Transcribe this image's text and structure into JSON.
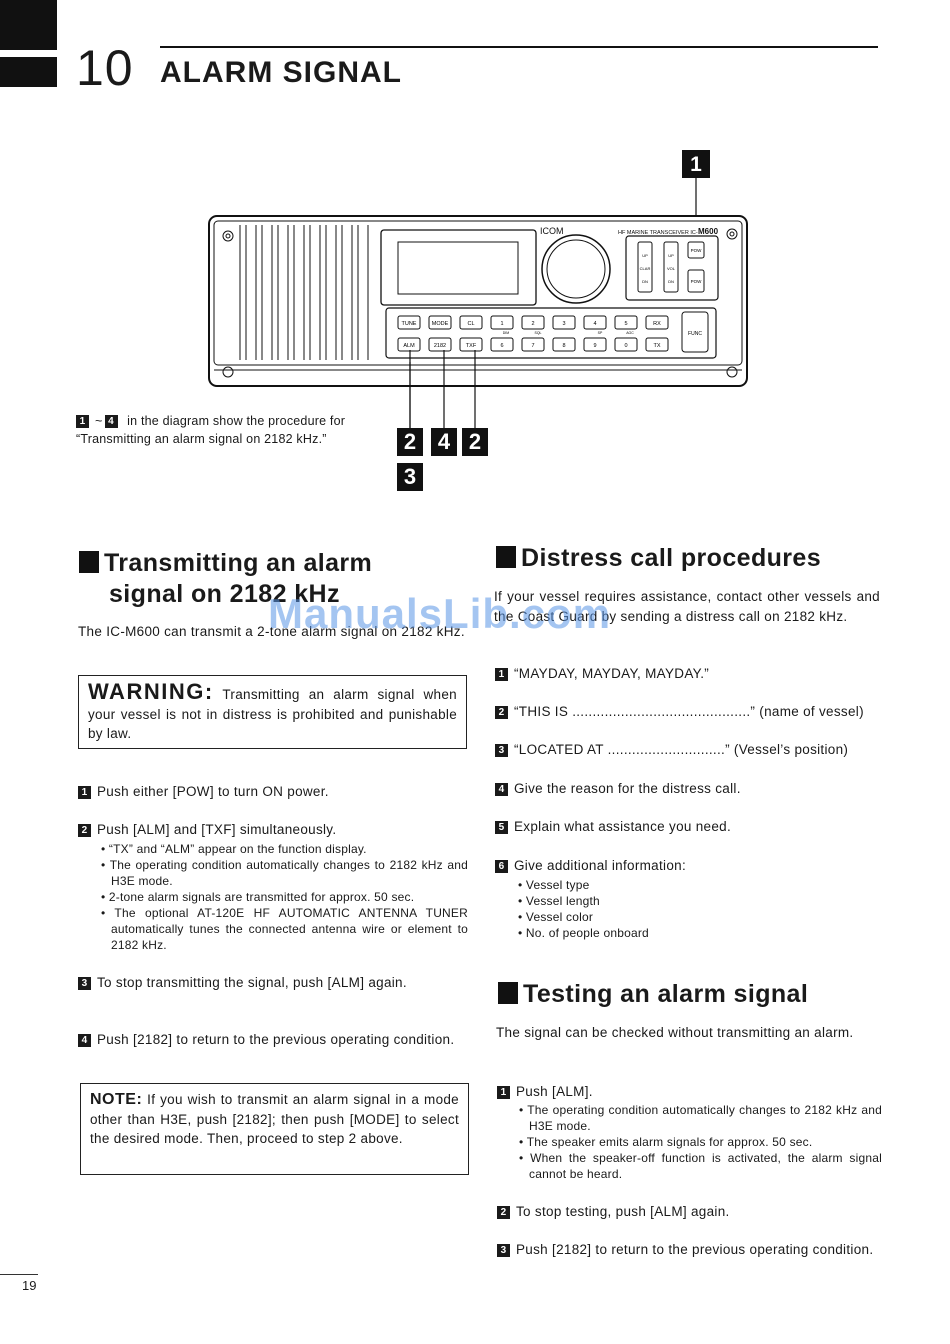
{
  "header": {
    "chapter_number": "10",
    "chapter_title": "ALARM SIGNAL"
  },
  "diagram": {
    "brand": "ICOM",
    "model_prefix": "HF MARINE TRANSCEIVER IC-",
    "model": "M600",
    "keys_top": [
      "TUNE",
      "MODE",
      "CL",
      "1",
      "2",
      "3",
      "4",
      "5",
      "RX"
    ],
    "keys_bottom": [
      "ALM",
      "2182",
      "TXF",
      "6",
      "7",
      "8",
      "9",
      "0",
      "TX"
    ],
    "func_key": "FUNC",
    "pow_key": "POW",
    "side_keys": [
      "UP",
      "UP",
      "CLAR",
      "VOL",
      "DN",
      "DN"
    ],
    "sub_labels": [
      "DIM",
      "SQL",
      "SP",
      "AGC"
    ],
    "callouts": {
      "top": "1",
      "below_row1": [
        "2",
        "4",
        "2"
      ],
      "below_row2": "3"
    }
  },
  "caption": {
    "start": "1",
    "end": "4",
    "text": " in the diagram show the procedure for “Transmitting an alarm signal on 2182 kHz.”"
  },
  "left": {
    "title_line1": "Transmitting an alarm",
    "title_line2": "signal on 2182 kHz",
    "intro": "The IC-M600 can transmit a 2-tone alarm signal on 2182 kHz.",
    "warning_label": "WARNING:",
    "warning_text": " Transmitting an alarm signal when your vessel is not in distress is prohibited and punishable by law.",
    "steps": [
      {
        "n": "1",
        "text": "Push either [POW] to turn ON power."
      },
      {
        "n": "2",
        "text": "Push [ALM] and [TXF] simultaneously."
      },
      {
        "n": "3",
        "text": "To stop transmitting the signal, push [ALM] again."
      },
      {
        "n": "4",
        "text": "Push [2182] to return to the previous operating condition."
      }
    ],
    "step2_bullets": [
      "• “TX” and “ALM” appear on the function display.",
      "• The operating condition automatically changes to 2182 kHz and H3E mode.",
      "• 2-tone alarm signals are transmitted for approx. 50 sec.",
      "• The optional AT-120E HF AUTOMATIC ANTENNA TUNER automatically tunes the connected antenna wire or element to 2182 kHz."
    ],
    "note_label": "NOTE:",
    "note_text": " If you wish to transmit an alarm signal in a mode other than H3E, push [2182]; then push [MODE] to select the desired mode.  Then, proceed to step 2 above."
  },
  "right": {
    "distress_title": "Distress call procedures",
    "distress_intro": "If your vessel requires assistance, contact other vessels and the Coast Guard by sending a distress call on 2182 kHz.",
    "distress_steps": [
      {
        "n": "1",
        "text": "“MAYDAY, MAYDAY, MAYDAY.”"
      },
      {
        "n": "2",
        "text": "“THIS IS ............................................” (name of vessel)"
      },
      {
        "n": "3",
        "text": "“LOCATED AT .............................” (Vessel’s position)"
      },
      {
        "n": "4",
        "text": "Give the reason for the distress call."
      },
      {
        "n": "5",
        "text": "Explain what assistance you need."
      },
      {
        "n": "6",
        "text": "Give additional information:"
      }
    ],
    "info_bullets": [
      "• Vessel type",
      "• Vessel length",
      "• Vessel color",
      "• No. of people onboard"
    ],
    "testing_title": "Testing an alarm signal",
    "testing_intro": "The signal can be checked without transmitting an alarm.",
    "testing_steps": [
      {
        "n": "1",
        "text": "Push [ALM]."
      },
      {
        "n": "2",
        "text": "To stop testing, push [ALM] again."
      },
      {
        "n": "3",
        "text": "Push [2182] to return to the previous operating condition."
      }
    ],
    "testing_bullets": [
      "• The operating condition automatically changes to 2182 kHz and H3E mode.",
      "• The speaker emits alarm signals for approx. 50 sec.",
      "• When the speaker-off function is activated, the alarm signal cannot be heard."
    ]
  },
  "footer": {
    "page_number": "19"
  },
  "watermark": "ManualsLib.com"
}
